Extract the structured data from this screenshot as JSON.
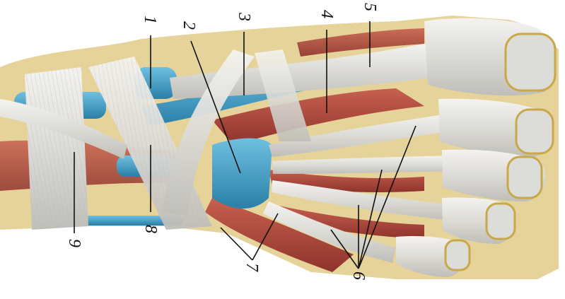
{
  "figure": {
    "labels": [
      {
        "id": "label-1",
        "text": "1"
      },
      {
        "id": "label-2",
        "text": "2"
      },
      {
        "id": "label-3",
        "text": "3"
      },
      {
        "id": "label-4",
        "text": "4"
      },
      {
        "id": "label-5",
        "text": "5"
      },
      {
        "id": "label-6",
        "text": "6"
      },
      {
        "id": "label-7",
        "text": "7"
      },
      {
        "id": "label-8",
        "text": "8"
      },
      {
        "id": "label-9",
        "text": "9"
      }
    ]
  },
  "colors": {
    "tendon": "#e4e3df",
    "sheath": "#3f9bc4",
    "muscle": "#b34a3f",
    "skin": "#e6d39a",
    "nail": "#c9a84a"
  }
}
